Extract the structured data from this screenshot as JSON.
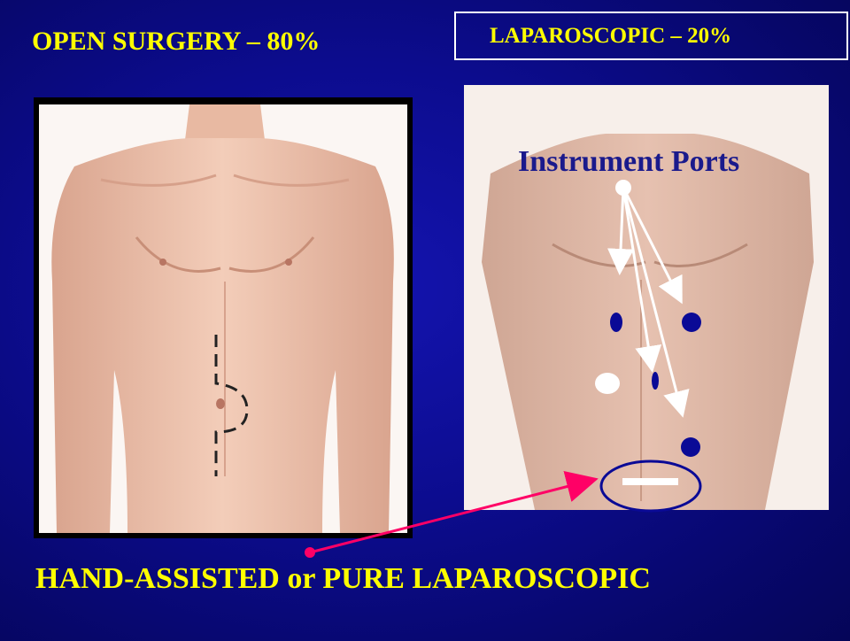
{
  "slide": {
    "left_title": "OPEN SURGERY – 80%",
    "right_title": "LAPAROSCOPIC – 20%",
    "ports_label": "Instrument Ports",
    "bottom_label": "HAND-ASSISTED or PURE LAPAROSCOPIC"
  },
  "colors": {
    "title_text": "#ffff00",
    "ports_text": "#1a1a8c",
    "port_dot": "#0a0a96",
    "arrow_red": "#ff0066",
    "background": "#0c0c8e"
  },
  "images": {
    "left": "male-torso-open-incision-illustration",
    "right": "male-torso-laparoscopic-ports-photo"
  }
}
